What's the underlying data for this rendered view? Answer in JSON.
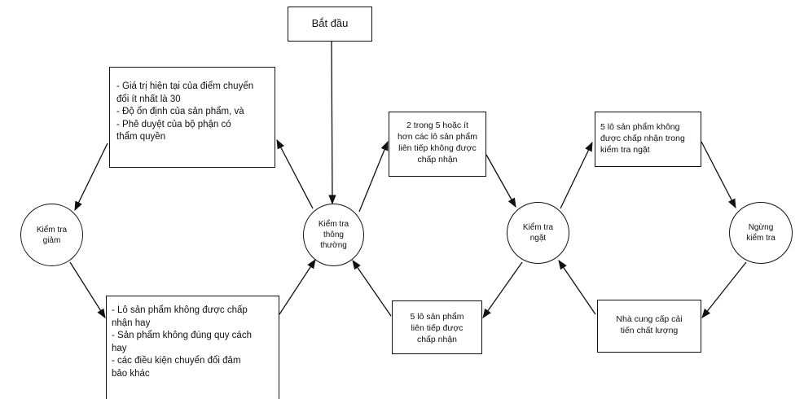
{
  "start": "Bắt đầu",
  "states": {
    "reduced": [
      "Kiểm tra",
      "giảm"
    ],
    "normal": [
      "Kiểm tra",
      "thông",
      "thường"
    ],
    "tightened": [
      "Kiểm tra",
      "ngặt"
    ],
    "discontinued": [
      "Ngừng",
      "kiểm tra"
    ]
  },
  "conditions": {
    "normal_to_reduced": [
      "- Giá trị hiện tại của điểm chuyển",
      "đổi ít nhất là 30",
      "- Độ ổn định của sản phẩm, và",
      "- Phê duyệt của bộ phận có",
      "thẩm quyền"
    ],
    "reduced_to_normal": [
      "- Lô sản phẩm không được chấp",
      "nhận hay",
      "- Sản phẩm không đúng quy cách",
      "hay",
      "- các điều kiện chuyển đổi đảm",
      "bảo khác"
    ],
    "normal_to_tightened": [
      "2 trong 5 hoặc  ít",
      "hơn các lô sản phẩm",
      "liên tiếp không được",
      "chấp nhận"
    ],
    "tightened_to_normal": [
      "5 lô sản phẩm",
      "liên tiếp được",
      "chấp nhận"
    ],
    "tightened_to_discontinued": [
      "5 lô sản phẩm không",
      "được chấp nhận trong",
      "kiểm tra ngặt"
    ],
    "discontinued_to_tightened": [
      "Nhà cung cấp cải",
      "tiến chất lượng"
    ]
  }
}
